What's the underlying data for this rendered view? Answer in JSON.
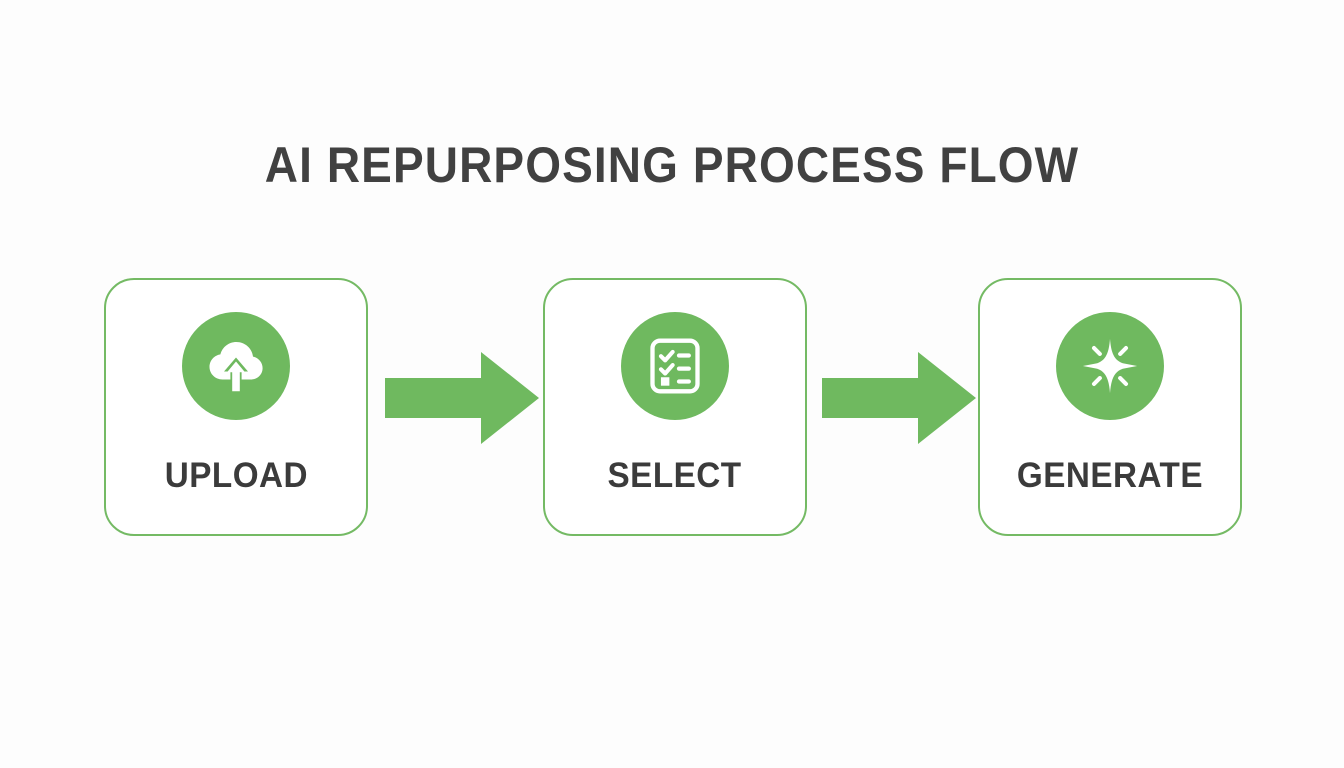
{
  "page": {
    "background_color": "#fdfdfd",
    "title": "AI REPURPOSING PROCESS FLOW",
    "title_color": "#414141"
  },
  "theme": {
    "accent_green": "#6fb95f",
    "border_green": "#74ba64",
    "label_color": "#3b3b3b",
    "card_background": "#ffffff"
  },
  "flow": {
    "steps": [
      {
        "label": "UPLOAD",
        "icon": "cloud-upload-icon",
        "icon_color": "#ffffff",
        "circle_color": "#6fb95f"
      },
      {
        "label": "SELECT",
        "icon": "checklist-clipboard-icon",
        "icon_color": "#ffffff",
        "circle_color": "#6fb95f"
      },
      {
        "label": "GENERATE",
        "icon": "sparkle-star-icon",
        "icon_color": "#ffffff",
        "circle_color": "#6fb95f"
      }
    ],
    "connectors": [
      {
        "icon": "arrow-right-icon",
        "color": "#6fb95f",
        "from": "UPLOAD",
        "to": "SELECT"
      },
      {
        "icon": "arrow-right-icon",
        "color": "#6fb95f",
        "from": "SELECT",
        "to": "GENERATE"
      }
    ]
  }
}
